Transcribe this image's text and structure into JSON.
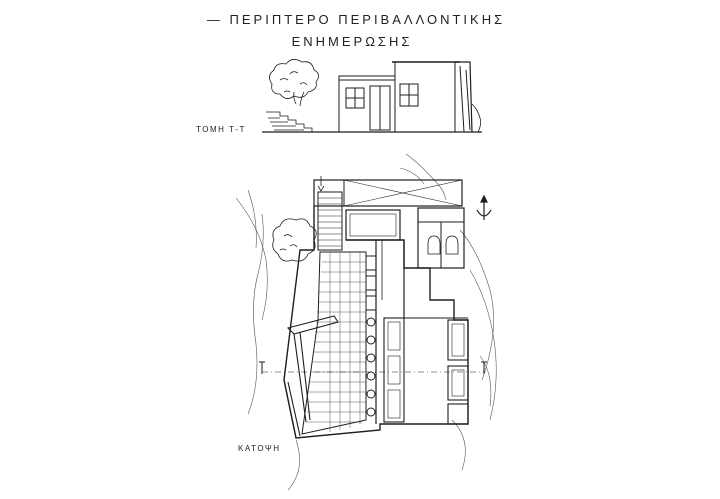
{
  "title": {
    "line1": "— ΠΕΡΙΠΤΕΡΟ ΠΕΡΙΒΑΛΛΟΝΤΙΚΗΣ",
    "line2": "ΕΝΗΜΕΡΩΣΗΣ"
  },
  "section": {
    "label": "ΤΟΜΗ Τ-Τ",
    "cut_mark": "Τ"
  },
  "plan": {
    "label": "ΚΑΤΟΨΗ"
  }
}
